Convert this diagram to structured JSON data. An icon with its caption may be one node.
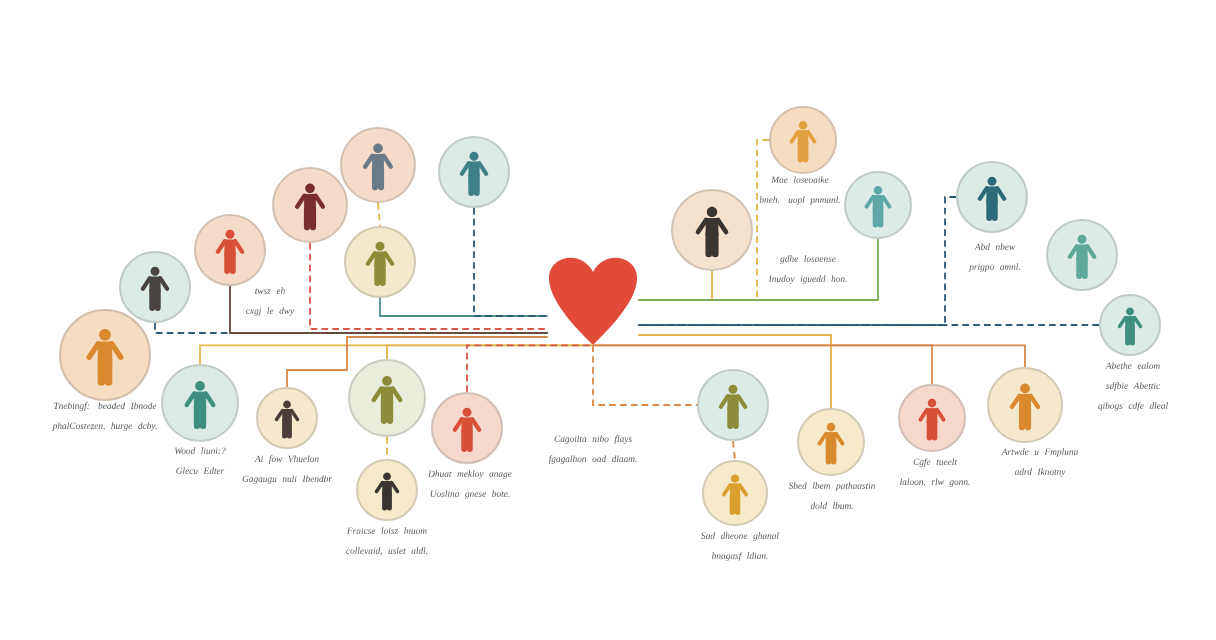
{
  "diagram": {
    "nodes": [
      {
        "text": [],
        "shape": "picture",
        "beside": [
          "Tnebingf: beaded Ibnode phalCostezen, hurge dcby."
        ]
      },
      {
        "text": [],
        "shape": "picture"
      },
      {
        "text": [],
        "shape": "picture",
        "beside": [
          "twsz eh cxgj le dwy"
        ]
      },
      {
        "text": [],
        "shape": "picture"
      },
      {
        "text": [],
        "shape": "picture"
      },
      {
        "text": [],
        "shape": "picture"
      },
      {
        "text": [],
        "shape": "picture"
      },
      {
        "text": [],
        "shape": "picture",
        "beside": [
          "Wood liuni:? Glecu Edter"
        ]
      },
      {
        "text": [],
        "shape": "picture",
        "beside": [
          "Ai fow Vhuelon Gagaugu nuli Ibendbr"
        ]
      },
      {
        "text": [],
        "shape": "picture"
      },
      {
        "text": [],
        "shape": "picture",
        "beside": [
          "Fraicse loisz lnuom collevaid, uslet aldl."
        ]
      },
      {
        "text": [],
        "shape": "picture",
        "beside": [
          "Dhuat mekloy anage Uoslina gnese bote."
        ]
      },
      {
        "text": [],
        "shape": "heart"
      },
      {
        "text": [],
        "shape": "picture",
        "beside": [
          "Mae loseoaike bneh. uopl pnmanl."
        ]
      },
      {
        "text": [],
        "shape": "picture"
      },
      {
        "text": [],
        "shape": "picture",
        "beside": [
          "gdhe losaense Inudoy iguedd hon."
        ]
      },
      {
        "text": [],
        "shape": "picture",
        "beside": [
          "Abd nbew prigpo amnl."
        ]
      },
      {
        "text": [],
        "shape": "picture"
      },
      {
        "text": [],
        "shape": "picture",
        "beside": [
          "Abethe ealom sdfbie Abettic qibogs cdfe dleal"
        ]
      },
      {
        "text": [],
        "shape": "picture"
      },
      {
        "text": [],
        "shape": "picture",
        "beside": [
          "Sad dheone ghanal bnagasf ldian."
        ]
      },
      {
        "text": [],
        "shape": "picture",
        "beside": [
          "Sbed lbem pathaastin dold lbum."
        ]
      },
      {
        "text": [],
        "shape": "picture",
        "beside": [
          "Cgfe tueelt laloon, rlw gonn."
        ]
      },
      {
        "text": [],
        "shape": "picture",
        "beside": [
          "Artwde u Fmpluna adrd Iknotny"
        ]
      }
    ],
    "edges": [
      {
        "from": 1,
        "to": 12,
        "arrow": "none",
        "style": "dashed",
        "color": "#2f5a78"
      },
      {
        "from": 2,
        "to": 12,
        "arrow": "none",
        "color": "#6b4a3e"
      },
      {
        "from": 3,
        "to": 12,
        "arrow": "none",
        "style": "dashed",
        "color": "#d9574a"
      },
      {
        "from": 4,
        "to": 6,
        "arrow": "none",
        "style": "dashed",
        "color": "#e2b64c"
      },
      {
        "from": 6,
        "to": 12,
        "arrow": "none",
        "color": "#4f8f8f"
      },
      {
        "from": 5,
        "to": 12,
        "arrow": "none",
        "style": "dashed",
        "color": "#2f5a78"
      },
      {
        "from": 7,
        "to": 12,
        "arrow": "none",
        "color": "#e2b64c"
      },
      {
        "from": 8,
        "to": 12,
        "arrow": "none",
        "color": "#d98a4a"
      },
      {
        "from": 9,
        "to": 10,
        "arrow": "none",
        "style": "dashed",
        "color": "#e2b64c"
      },
      {
        "from": 9,
        "to": 12,
        "arrow": "none",
        "color": "#e2b64c"
      },
      {
        "from": 11,
        "to": 12,
        "arrow": "none",
        "style": "dashed",
        "color": "#d9574a"
      },
      {
        "from": 14,
        "to": 12,
        "arrow": "none",
        "color": "#e2b64c"
      },
      {
        "from": 13,
        "to": 12,
        "arrow": "none",
        "style": "dashed",
        "color": "#e2b64c"
      },
      {
        "from": 15,
        "to": 12,
        "arrow": "none",
        "color": "#7fae5a"
      },
      {
        "from": 16,
        "to": 12,
        "arrow": "none",
        "style": "dashed",
        "color": "#2f5a78"
      },
      {
        "from": 18,
        "to": 12,
        "arrow": "none",
        "style": "dashed",
        "color": "#2f5a78"
      },
      {
        "from": 12,
        "to": 19,
        "arrow": "none",
        "style": "dashed",
        "color": "#d98a4a"
      },
      {
        "from": 19,
        "to": 20,
        "arrow": "none",
        "style": "dashed",
        "color": "#d98a4a"
      },
      {
        "from": 21,
        "to": 12,
        "arrow": "none",
        "color": "#e2b64c"
      },
      {
        "from": 22,
        "to": 12,
        "arrow": "none",
        "color": "#d98a4a"
      },
      {
        "from": 23,
        "to": 12,
        "arrow": "none",
        "color": "#d98a4a"
      }
    ],
    "labels": [
      "Cagoilta nibo flays fgagalhon oad dlaam."
    ]
  }
}
